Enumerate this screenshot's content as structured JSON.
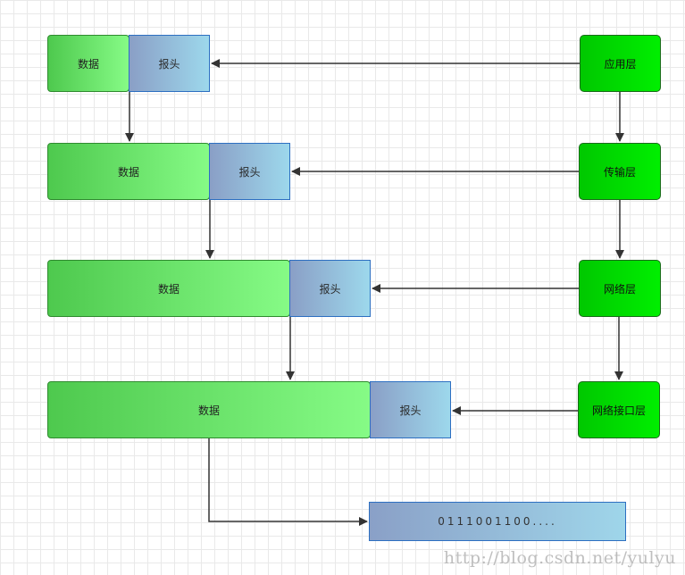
{
  "diagram": {
    "rows": [
      {
        "data_label": "数据",
        "header_label": "报头",
        "layer_label": "应用层"
      },
      {
        "data_label": "数据",
        "header_label": "报头",
        "layer_label": "传输层"
      },
      {
        "data_label": "数据",
        "header_label": "报头",
        "layer_label": "网络层"
      },
      {
        "data_label": "数据",
        "header_label": "报头",
        "layer_label": "网络接口层"
      }
    ],
    "bitstream_label": "0111001100...."
  },
  "watermark": "http://blog.csdn.net/yulyu"
}
